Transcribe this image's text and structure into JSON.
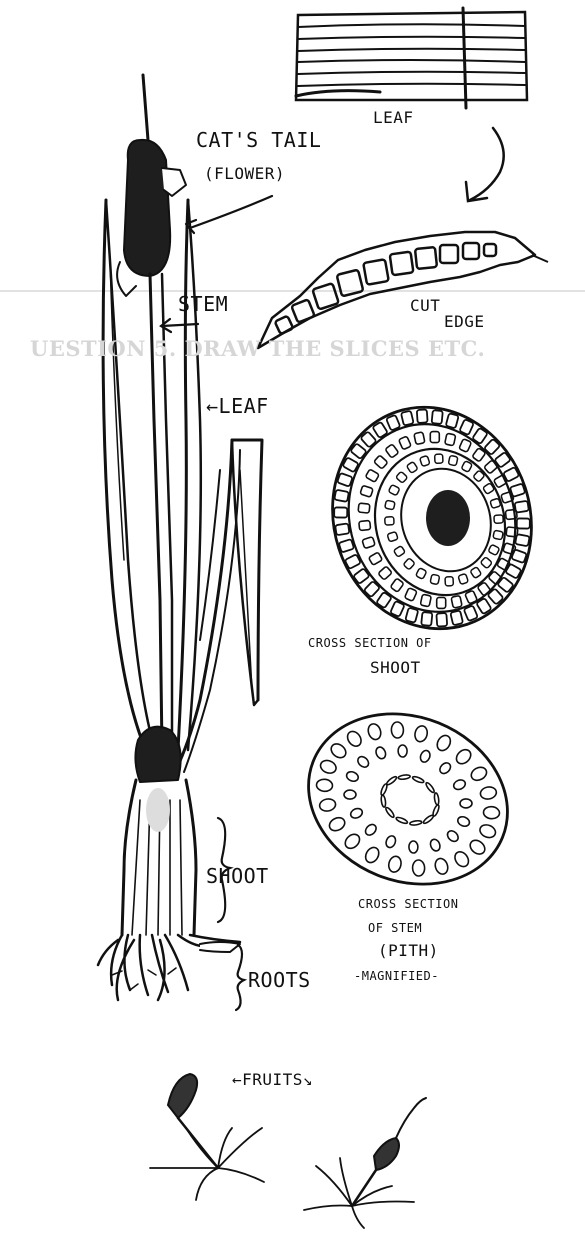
{
  "labels": {
    "cats_tail": "CAT'S TAIL",
    "flower": "(FLOWER)",
    "stem": "STEM",
    "leaf_side": "←LEAF",
    "leaf_top": "LEAF",
    "cut": "CUT",
    "edge": "EDGE",
    "cross_shoot_1": "CROSS SECTION OF",
    "cross_shoot_2": "SHOOT",
    "cross_stem_1": "CROSS SECTION",
    "cross_stem_2": "OF STEM",
    "cross_stem_3": "(PITH)",
    "cross_stem_4": "-MAGNIFIED-",
    "shoot": "SHOOT",
    "roots": "ROOTS",
    "fruits": "←FRUITS↘",
    "watermark": "UESTION 5. DRAW THE SLICES ETC."
  },
  "colors": {
    "ink": "#111111",
    "ghost": "#d6d6d6",
    "paper": "#ffffff"
  }
}
